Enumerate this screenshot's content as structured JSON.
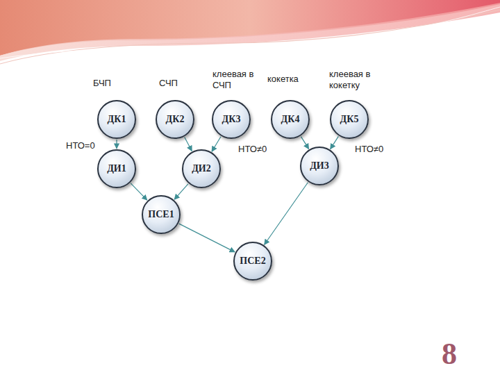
{
  "diagram": {
    "nodes": [
      {
        "text": [
          "ДК1"
        ]
      },
      {
        "text": [
          "ДК2"
        ]
      },
      {
        "text": [
          "ДК3"
        ]
      },
      {
        "text": [
          "ДК4"
        ]
      },
      {
        "text": [
          "ДК5"
        ]
      },
      {
        "text": [
          "ДИ1"
        ]
      },
      {
        "text": [
          "ДИ2"
        ]
      },
      {
        "text": [
          "ДИ3"
        ]
      },
      {
        "text": [
          "ПСЕ1"
        ]
      },
      {
        "text": [
          "ПСЕ2"
        ]
      }
    ],
    "edges": [
      {
        "from": 0,
        "to": 5,
        "arrow": "to"
      },
      {
        "from": 1,
        "to": 6,
        "arrow": "to"
      },
      {
        "from": 2,
        "to": 6,
        "arrow": "to"
      },
      {
        "from": 3,
        "to": 7,
        "arrow": "to"
      },
      {
        "from": 4,
        "to": 7,
        "arrow": "to"
      },
      {
        "from": 5,
        "to": 8,
        "arrow": "to"
      },
      {
        "from": 6,
        "to": 8,
        "arrow": "to"
      },
      {
        "from": 8,
        "to": 9,
        "arrow": "to"
      },
      {
        "from": 7,
        "to": 9,
        "arrow": "to"
      }
    ],
    "labels": [
      "БЧП",
      "СЧП",
      "клеевая в СЧП",
      "кокетка",
      "клеевая в кокетку",
      "НТО=0",
      "НТО≠0",
      "НТО≠0",
      "8"
    ]
  }
}
